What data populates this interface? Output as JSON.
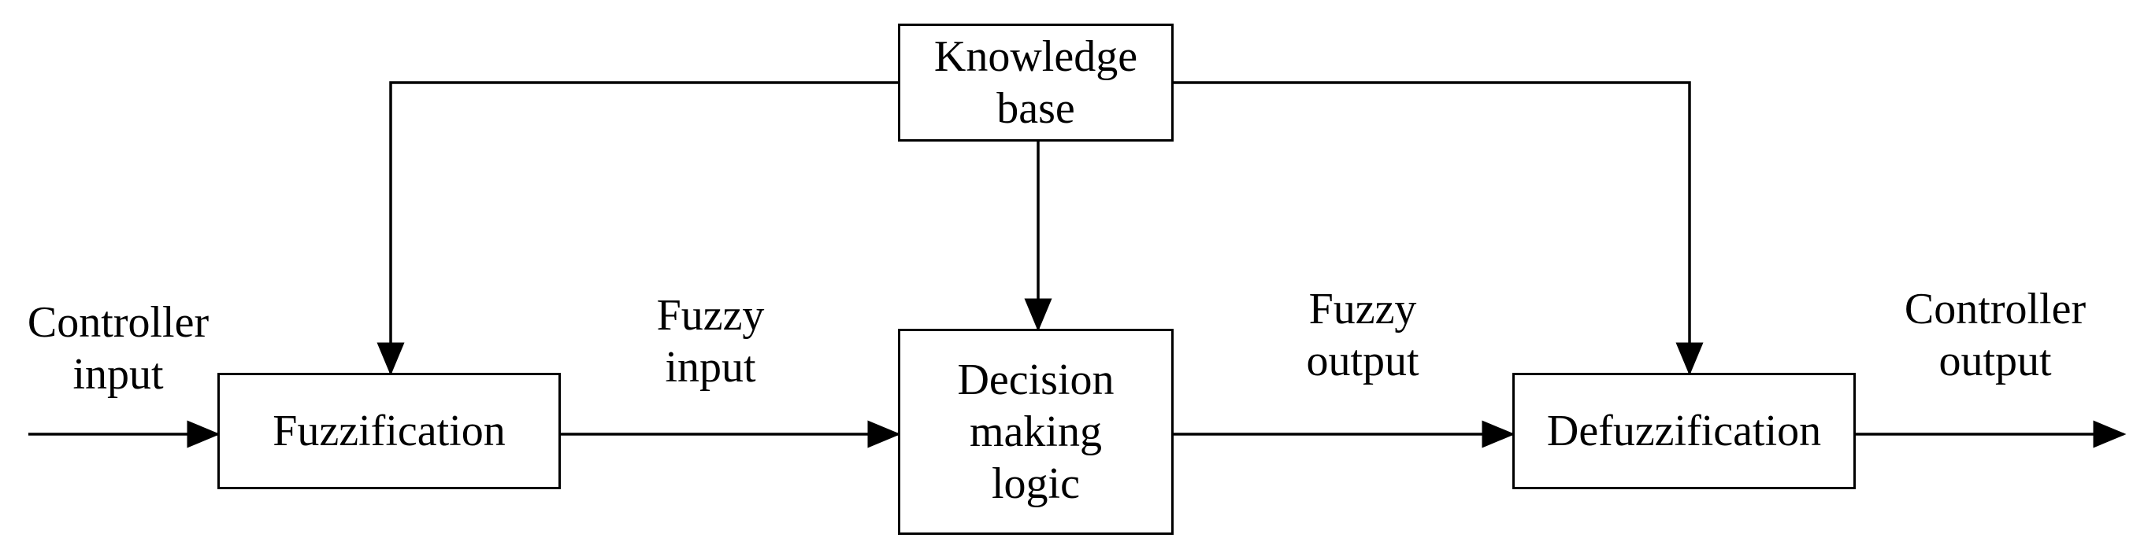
{
  "colors": {
    "stroke": "#000000",
    "background": "#ffffff"
  },
  "blocks": {
    "knowledge_base": [
      "Knowledge",
      "base"
    ],
    "fuzzification": [
      "Fuzzification"
    ],
    "decision_logic": [
      "Decision",
      "making",
      "logic"
    ],
    "defuzzification": [
      "Defuzzification"
    ]
  },
  "signals": {
    "controller_input": [
      "Controller",
      "input"
    ],
    "fuzzy_input": [
      "Fuzzy",
      "input"
    ],
    "fuzzy_output": [
      "Fuzzy",
      "output"
    ],
    "controller_output": [
      "Controller",
      "output"
    ]
  }
}
